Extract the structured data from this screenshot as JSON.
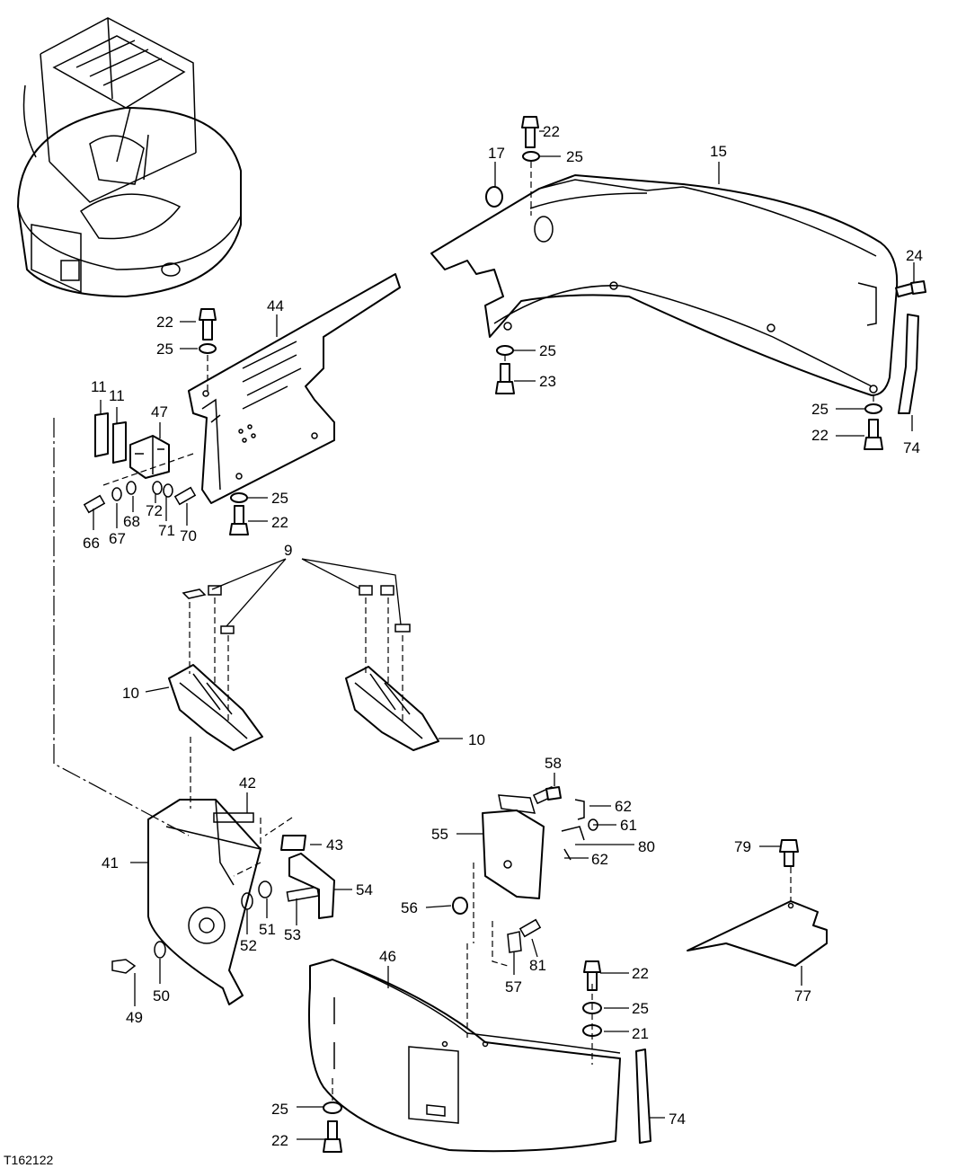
{
  "figure_id": "T162122",
  "callouts": {
    "c9": "9",
    "c10a": "10",
    "c10b": "10",
    "c11a": "11",
    "c11b": "11",
    "c15": "15",
    "c17": "17",
    "c21": "21",
    "c22a": "22",
    "c22b": "22",
    "c22c": "22",
    "c22d": "22",
    "c22e": "22",
    "c22f": "22",
    "c23": "23",
    "c24": "24",
    "c25a": "25",
    "c25b": "25",
    "c25c": "25",
    "c25d": "25",
    "c25e": "25",
    "c25f": "25",
    "c25g": "25",
    "c41": "41",
    "c42": "42",
    "c43": "43",
    "c44": "44",
    "c46": "46",
    "c47": "47",
    "c49": "49",
    "c50": "50",
    "c51": "51",
    "c52": "52",
    "c53": "53",
    "c54": "54",
    "c55": "55",
    "c56": "56",
    "c57": "57",
    "c58": "58",
    "c61": "61",
    "c62a": "62",
    "c62b": "62",
    "c66": "66",
    "c67": "67",
    "c68": "68",
    "c70": "70",
    "c71": "71",
    "c72": "72",
    "c74a": "74",
    "c74b": "74",
    "c77": "77",
    "c79": "79",
    "c80": "80",
    "c81": "81"
  }
}
